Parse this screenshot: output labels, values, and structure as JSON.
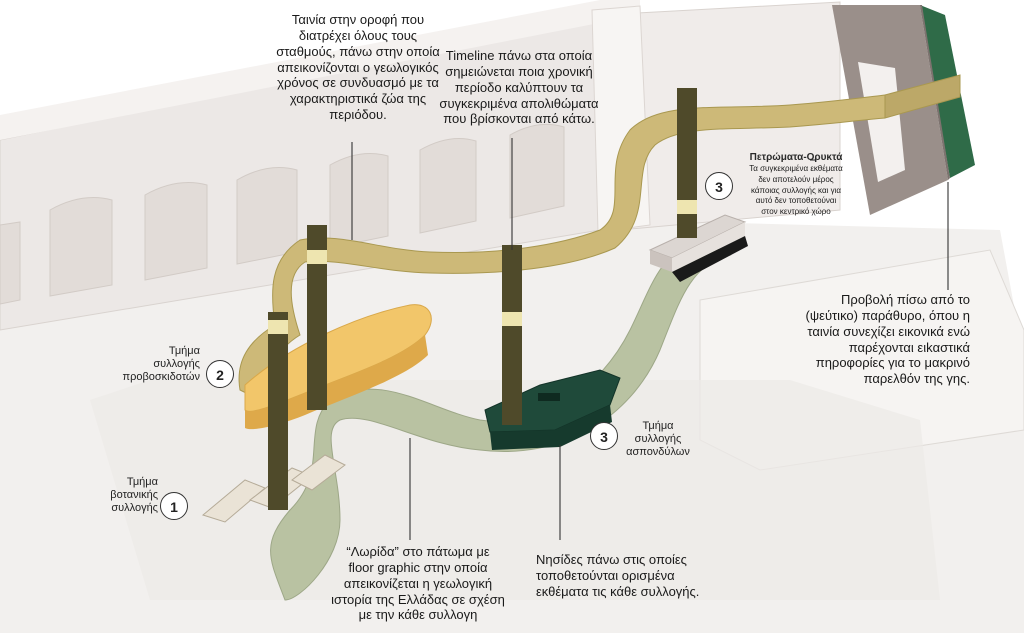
{
  "annotations": {
    "ceiling_band": [
      "Ταινία στην οροφή που",
      "διατρέχει όλους τους",
      "σταθμούς, πάνω στην οποία",
      "απεικονίζονται ο γεωλογικός",
      "χρόνος σε συνδυασμό με τα",
      "χαρακτηριστικά ζώα της",
      "περιόδου."
    ],
    "timeline": [
      "Timeline πάνω στα οποία",
      "σημειώνεται ποια χρονική",
      "περίοδο καλύπτουν τα",
      "συγκεκριμένα απολιθώματα",
      "που βρίσκονται από κάτω."
    ],
    "rocks_minerals": {
      "title": "Πετρώματα-Ορυκτά",
      "lines": [
        "Τα συγκεκριμένα εκθέματα",
        "δεν αποτελούν μέρος",
        "κάποιας συλλογής και για",
        "αυτό δεν τοποθετούναι",
        "στον κεντρικό χώρο"
      ],
      "number": "3"
    },
    "projection": [
      "Προβολή πίσω από το",
      "(ψεύτικο) παράθυρο, όπου η",
      "ταινία συνεχίζει εικονικά ενώ",
      "παρέχονται ειkαστικά",
      "πηροφορίες για το μακρινό",
      "παρελθόν της γης."
    ],
    "floor_strip": [
      "“Λωρίδα” στο πάτωμα με",
      "floor graphic στην οποία",
      "απεικονίζεται η γεωλογική",
      "ιστορία της Ελλάδας σε σχέση",
      "με την κάθε συλλογη"
    ],
    "islands": [
      "Νησίδες πάνω στις οποίες",
      "τοποθετούνται ορισμένα",
      "εκθέματα τις κάθε συλλογής."
    ]
  },
  "sections": {
    "proboscidea": {
      "number": "2",
      "lines": [
        "Τμήμα",
        "συλλογής",
        "προβοσκιδοτών"
      ]
    },
    "botanical": {
      "number": "1",
      "lines": [
        "Τμήμα",
        "βοτανικής",
        "συλλογής"
      ]
    },
    "vertebrates": {
      "number": "3",
      "lines": [
        "Τμήμα",
        "συλλογής",
        "ασπονδύλων"
      ]
    }
  },
  "colors": {
    "ribbon": "#cdb978",
    "pillar": "#4f4a2a",
    "pillar_band": "#eee5b0",
    "floor_strip": "#b9c2a2",
    "proboscidea_platform": "#f2c66a",
    "vertebrates_platform": "#1f4a3a",
    "window_frame": "#9a8f8a",
    "green_panel": "#2f6b48"
  }
}
